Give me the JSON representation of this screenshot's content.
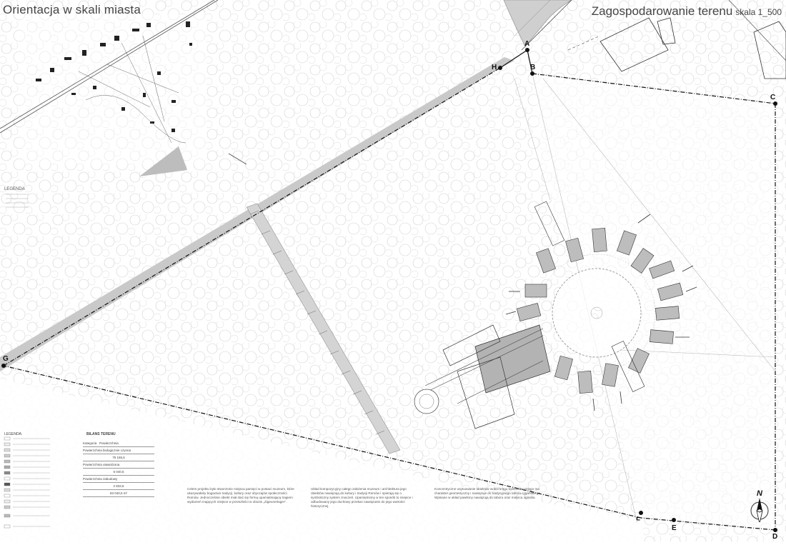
{
  "titles": {
    "left": "Orientacja w skali miasta",
    "right": "Zagospodarowanie terenu",
    "scale": "skala 1_500"
  },
  "markers": [
    "A",
    "B",
    "C",
    "D",
    "E",
    "F",
    "G",
    "H"
  ],
  "north": "N",
  "legend": {
    "top_label": "LEGENDA",
    "bottom_label": "LEGENDA:"
  },
  "bilans": {
    "title": "BILANS TERENU",
    "rows": [
      {
        "label": "Kategoria",
        "value": "Powierzchnia"
      },
      {
        "label": "Powierzchnia biologicznie czynna",
        "value": "75 165,5"
      },
      {
        "label": "Powierzchnia utwardzona",
        "value": "5 040,5"
      },
      {
        "label": "Powierzchnia zabudowy",
        "value": "2 833,6"
      },
      {
        "label": "",
        "value": "83 040,5 m²"
      }
    ]
  },
  "descriptions": [
    "Celem projektu było stworzenie miejsca pamięci w postaci muzeum, które ukazywałoby bogactwo tradycji, kultury oraz obyczajów społeczności Romów. Jednocześnie obiekt miał stać się formą upamiętniającą tragiem wydarzeń mających miejsce w przeszłości w obozie „Zigeunerlager”.",
    "Układ kompozycyjny całego założenia muzeum i architektura jego obiektów nawiązują do kultury i tradycji Romów i opierają się o symboliczny system znaczeń. Upamiętniony w ten sposób to miejsce i odbudowany jego duchowy przekaz nawiązanie do jego wartości historycznej.",
    "Koncentryczne usytuowanie obiektów wokół kręgu komunikacyjnego ma charakter geometryczny i nawiązuje do tradycyjnego taboru cygańskiego. Wpisane w układ pawilony nawiązują do taboru oraz miejsca ogniska."
  ]
}
